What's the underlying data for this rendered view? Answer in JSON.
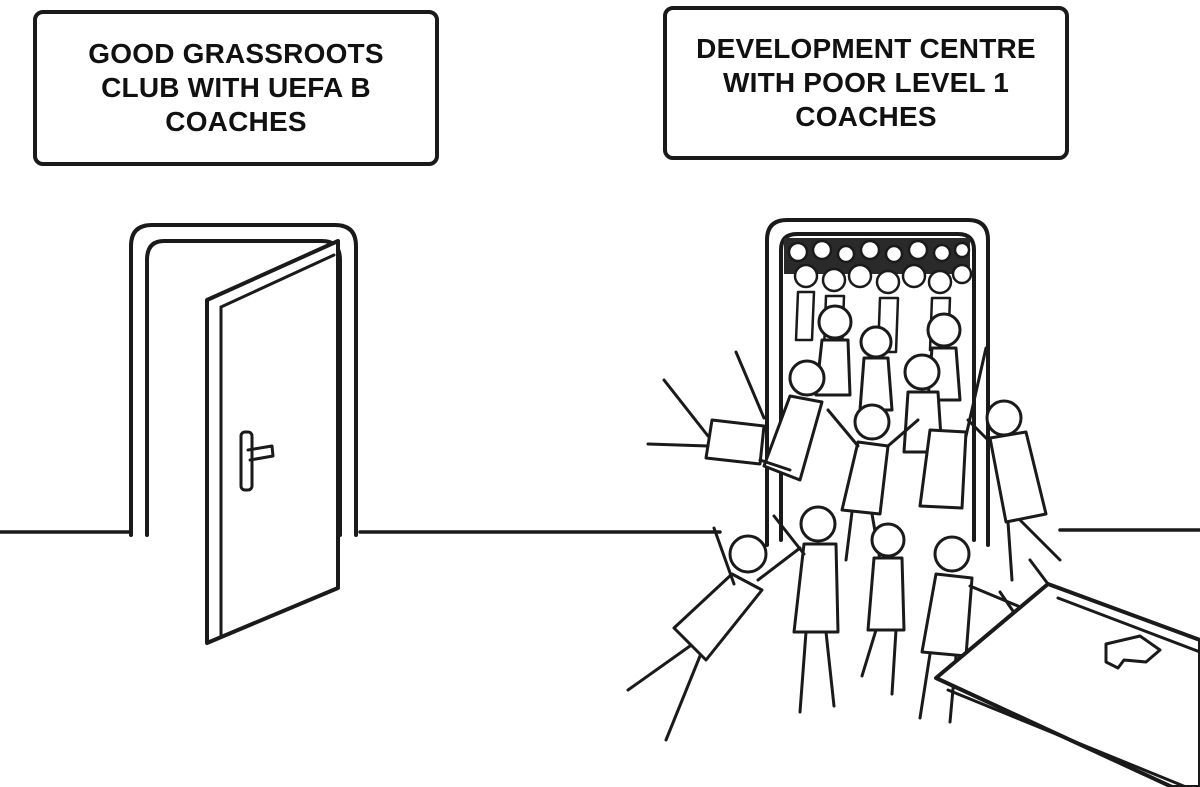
{
  "signs": {
    "left": "GOOD GRASSROOTS\nCLUB WITH UEFA B\nCOACHES",
    "right": "DEVELOPMENT CENTRE\nWITH POOR LEVEL 1\nCOACHES"
  },
  "scene": {
    "line_color": "#1a1a1a",
    "left_door": "empty-door",
    "right_door": "crowded-door"
  }
}
